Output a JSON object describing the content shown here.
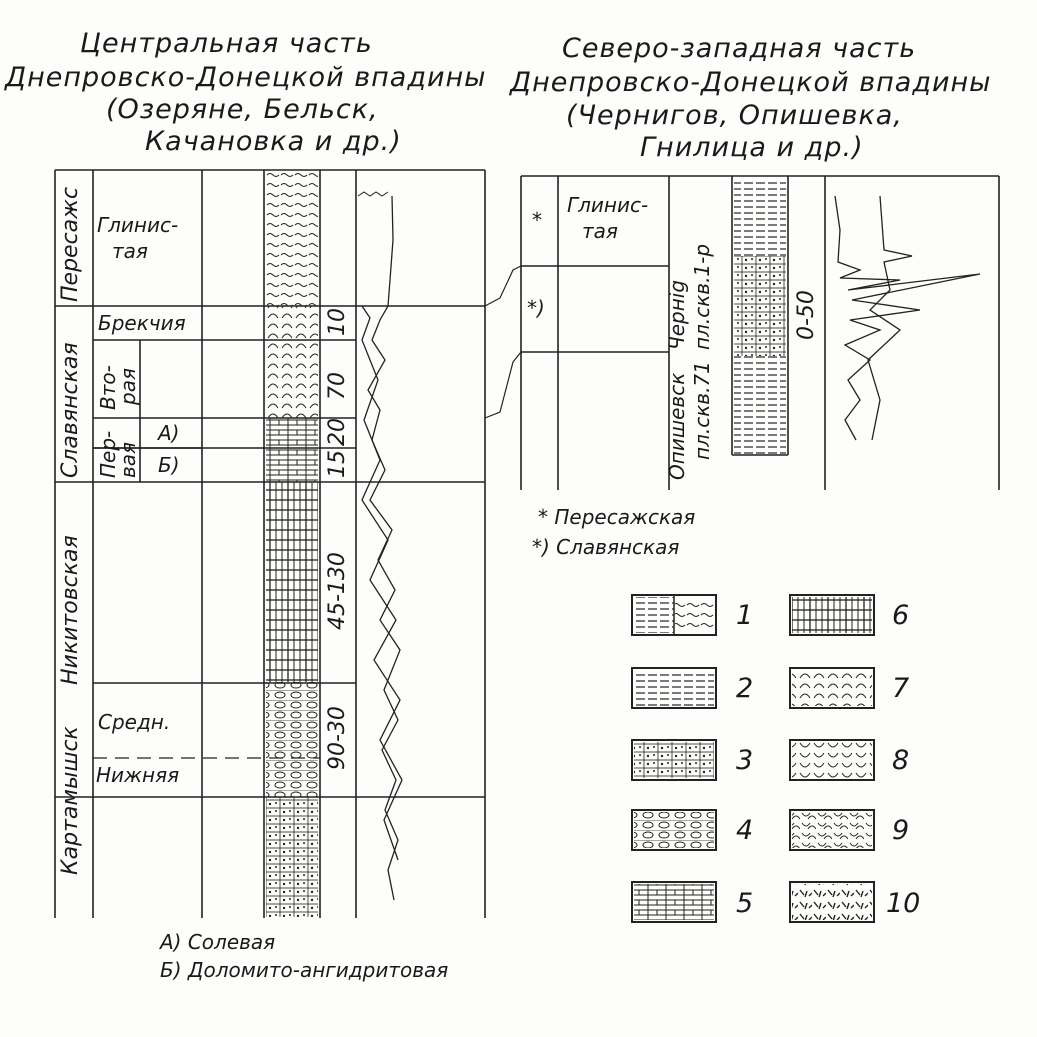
{
  "left_panel": {
    "title_lines": [
      "Центральная часть",
      "Днепровско-Донецкой впадины",
      "(Озеряне, Бельск,",
      "Качановка и др.)"
    ],
    "suites": [
      "Пересажс",
      "Славянская",
      "Никитовская",
      "Картамышск"
    ],
    "members": {
      "glinist": "Глинис-",
      "glinist2": "тая",
      "breccia": "Брекчия",
      "vtoraya1": "Вто-",
      "vtoraya2": "рая",
      "pervaya1": "Пер-",
      "pervaya2": "вая",
      "sub_a": "А)",
      "sub_b": "Б)",
      "sredn": "Средн.",
      "nizhn": "Нижняя"
    },
    "thickness": [
      "10",
      "70",
      "20",
      "15",
      "45-130",
      "90-30"
    ]
  },
  "right_panel": {
    "title_lines": [
      "Северо-западная часть",
      "Днепровско-Донецкой впадины",
      "(Чернигов, Опишевка,",
      "Гнилица и др.)"
    ],
    "mark_peresazh": "*",
    "mark_slav": "*)",
    "member": "Глинис-",
    "member2": "тая",
    "wells_1": "Чернig",
    "wells_1b": "пл.скв.1-р",
    "wells_2": "Опишевск",
    "wells_2b": "пл.скв.71",
    "thickness": "0-50"
  },
  "footnote_right": {
    "peresazh": "* Пересажская",
    "slav": "*) Славянская"
  },
  "footnote_left": {
    "a": "А) Солевая",
    "b": "Б) Доломито-ангидритовая"
  },
  "legend": [
    "1",
    "2",
    "3",
    "4",
    "5",
    "6",
    "7",
    "8",
    "9",
    "10"
  ]
}
